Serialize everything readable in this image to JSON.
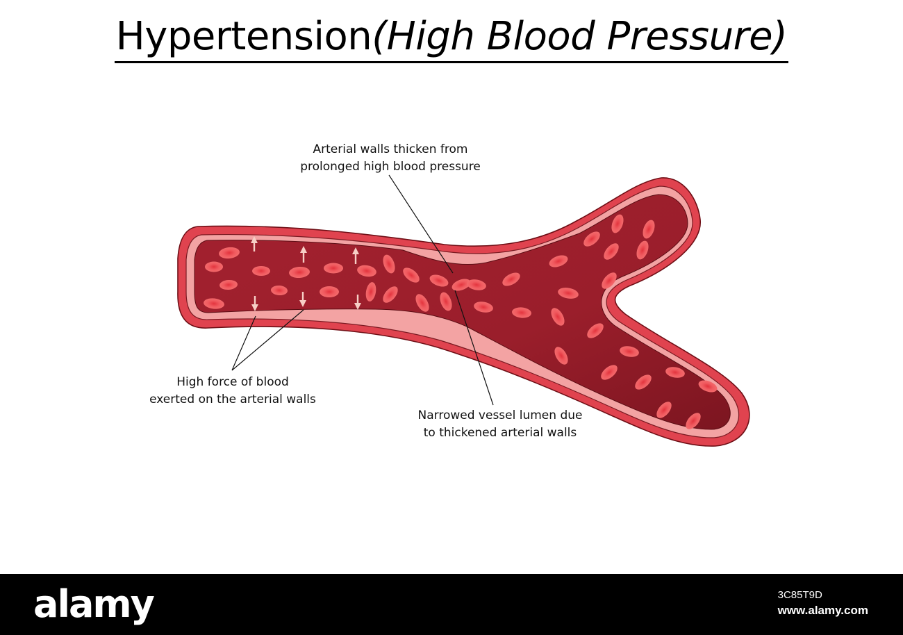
{
  "title": {
    "main": "Hypertension",
    "sub": "(High Blood Pressure)"
  },
  "labels": {
    "walls": [
      "Arterial walls thicken from",
      "prolonged high blood pressure"
    ],
    "force": [
      "High force of blood",
      "exerted on the arterial walls"
    ],
    "lumen": [
      "Narrowed vessel lumen due",
      "to thickened arterial walls"
    ]
  },
  "colors": {
    "outer_wall": "#e0434f",
    "wall_stroke": "#6e0f16",
    "inner_wall": "#f3a3a3",
    "lumen": "#9a1e2b",
    "cell": "#f05a5f",
    "cell_center": "#e8363f",
    "arrow": "#f7cfc6"
  },
  "footer": {
    "brand": "alamy",
    "image_id": "3C85T9D",
    "site": "www.alamy.com"
  }
}
